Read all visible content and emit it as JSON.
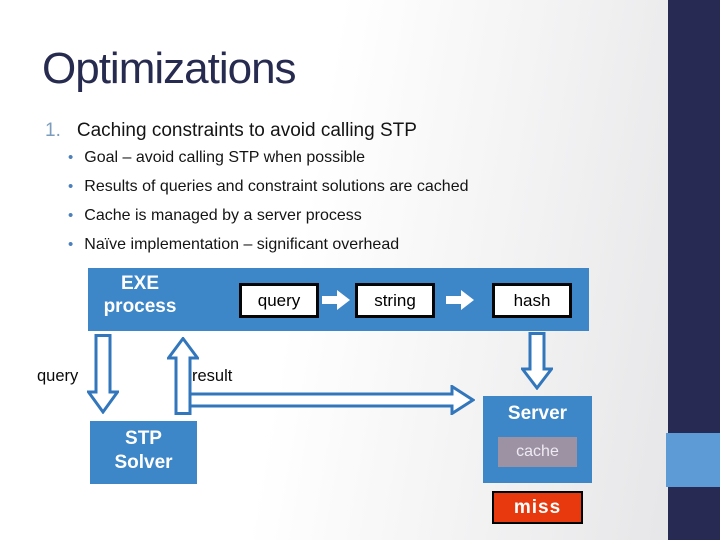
{
  "slide": {
    "title": "Optimizations",
    "section": {
      "number": "1.",
      "heading": "Caching constraints to avoid calling STP"
    },
    "bullet_marker": "•",
    "bullets": [
      "Goal – avoid calling STP when possible",
      "Results of queries and constraint solutions are cached",
      "Cache is managed by a server process",
      "Naïve implementation – significant overhead"
    ]
  },
  "diagram": {
    "exe_process": {
      "line1": "EXE",
      "line2": "process"
    },
    "pipeline": [
      "query",
      "string",
      "hash"
    ],
    "query_label": "query",
    "result_label": "result",
    "stp_solver": {
      "line1": "STP",
      "line2": "Solver"
    },
    "server_label": "Server",
    "cache_label": "cache",
    "miss_label": "miss"
  },
  "colors": {
    "accent_blue": "#3D86C7",
    "arrow_outline": "#3276BC",
    "sidebar_navy": "#272B54",
    "sidebar_light_blue": "#5C9BD5",
    "cache_fill": "#9C92A3",
    "miss_fill": "#E8390E",
    "title_text": "#262B4F",
    "section_number": "#7C9CBE",
    "bullet_dot": "#4C80BB"
  }
}
